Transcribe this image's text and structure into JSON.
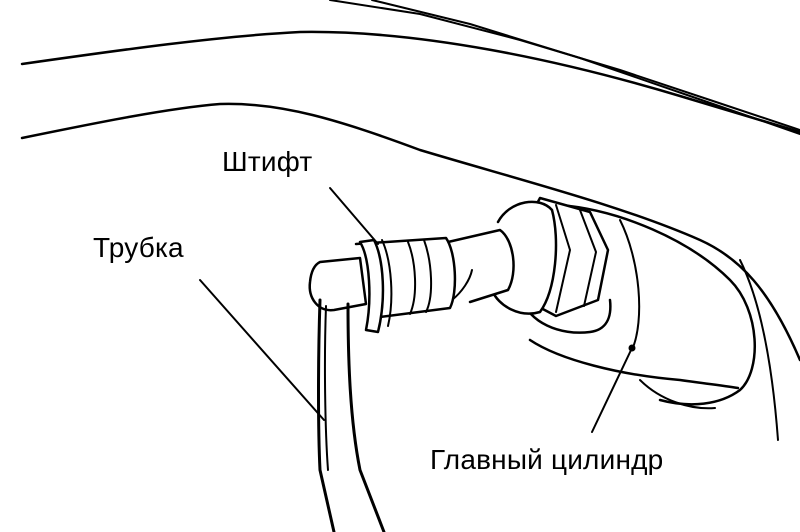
{
  "labels": {
    "pin": "Штифт",
    "tube": "Трубка",
    "master_cylinder": "Главный цилиндр"
  },
  "colors": {
    "line": "#000000",
    "background": "#ffffff"
  }
}
